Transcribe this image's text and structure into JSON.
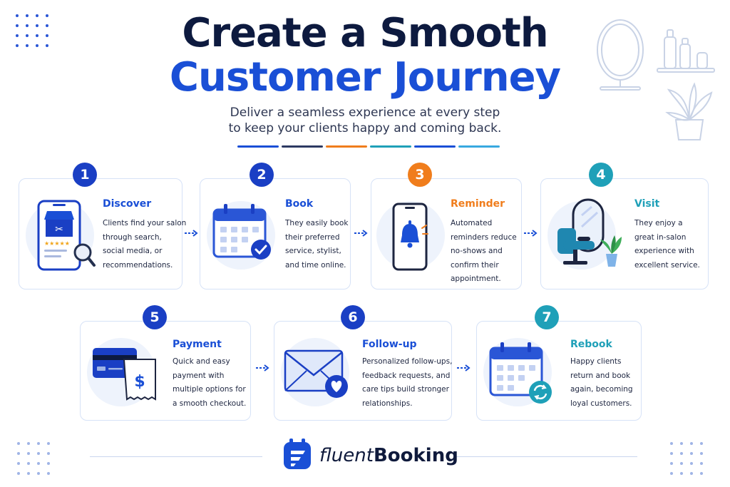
{
  "header": {
    "title_line1": "Create a Smooth",
    "title_line2": "Customer Journey",
    "subtitle_line1": "Deliver a seamless experience at every step",
    "subtitle_line2": "to keep your clients happy and coming back."
  },
  "colors": {
    "navy": "#0d1a3f",
    "blue": "#1a4fd6",
    "orange": "#f07d1c",
    "teal": "#1fa0b8",
    "card_border": "#d6e2f7"
  },
  "steps": [
    {
      "number": "1",
      "title": "Discover",
      "description": "Clients find your salon\nthrough search,\nsocial media, or\nrecommendations.",
      "icon": "phone-store-search-icon"
    },
    {
      "number": "2",
      "title": "Book",
      "description": "They easily book\ntheir preferred\nservice, stylist,\nand time online.",
      "icon": "calendar-check-icon"
    },
    {
      "number": "3",
      "title": "Reminder",
      "description": "Automated\nreminders reduce\nno-shows and\nconfirm their\nappointment.",
      "icon": "phone-bell-icon"
    },
    {
      "number": "4",
      "title": "Visit",
      "description": "They enjoy a\ngreat in-salon\nexperience with\nexcellent service.",
      "icon": "salon-chair-icon"
    },
    {
      "number": "5",
      "title": "Payment",
      "description": "Quick and easy\npayment with\nmultiple options for\na smooth checkout.",
      "icon": "credit-card-receipt-icon"
    },
    {
      "number": "6",
      "title": "Follow-up",
      "description": "Personalized follow-ups,\nfeedback requests, and\ncare tips build stronger\nrelationships.",
      "icon": "envelope-heart-icon"
    },
    {
      "number": "7",
      "title": "Rebook",
      "description": "Happy clients\nreturn and book\nagain, becoming\nloyal customers.",
      "icon": "calendar-refresh-icon"
    }
  ],
  "footer": {
    "brand_part1": "fluent",
    "brand_part2": "Booking",
    "logo_icon": "fluentbooking-logo-icon"
  }
}
